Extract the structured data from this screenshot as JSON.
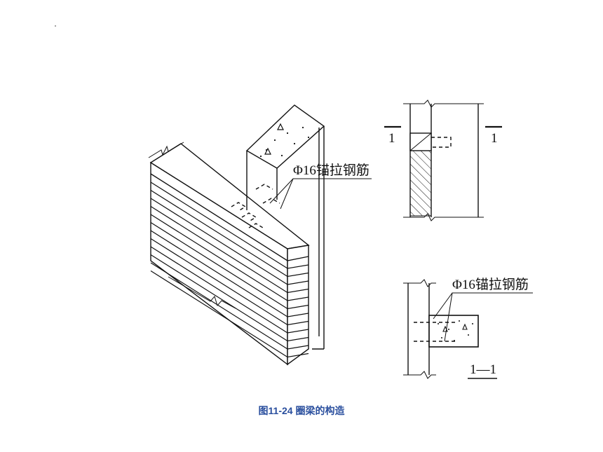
{
  "labels": {
    "anchor_bar_main": "Φ16锚拉钢筋",
    "anchor_bar_section": "Φ16锚拉钢筋",
    "section_mark_left": "1",
    "section_mark_right": "1",
    "section_title": "1—1"
  },
  "caption": "图11-24  圈梁的构造"
}
